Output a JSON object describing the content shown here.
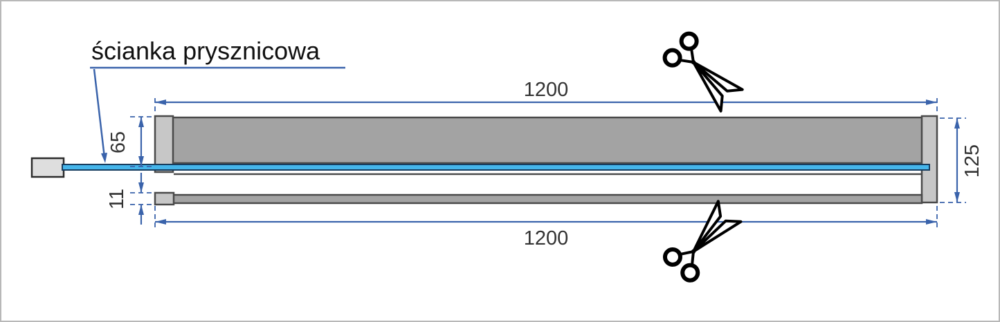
{
  "callout": {
    "label": "ścianka prysznicowa"
  },
  "dimensions": {
    "top_length": "1200",
    "bottom_length": "1200",
    "profile_height": "65",
    "rail_thickness": "11",
    "total_height": "125"
  },
  "icons": {
    "top_right": "scissors-icon",
    "bottom_right": "scissors-icon"
  },
  "colors": {
    "dimension": "#3a63ab",
    "dim-text": "#333333",
    "text": "#111111",
    "glass": "#45b5ea",
    "glass-border": "#173c5e",
    "profile-fill": "#a3a3a3",
    "profile-border": "#4a4a4a",
    "cap-fill": "#c7c7c7",
    "bracket-fill": "#dedede",
    "bracket-border": "#2b2b2b",
    "scissors": "#000000",
    "frame": "#b8b8b8"
  }
}
